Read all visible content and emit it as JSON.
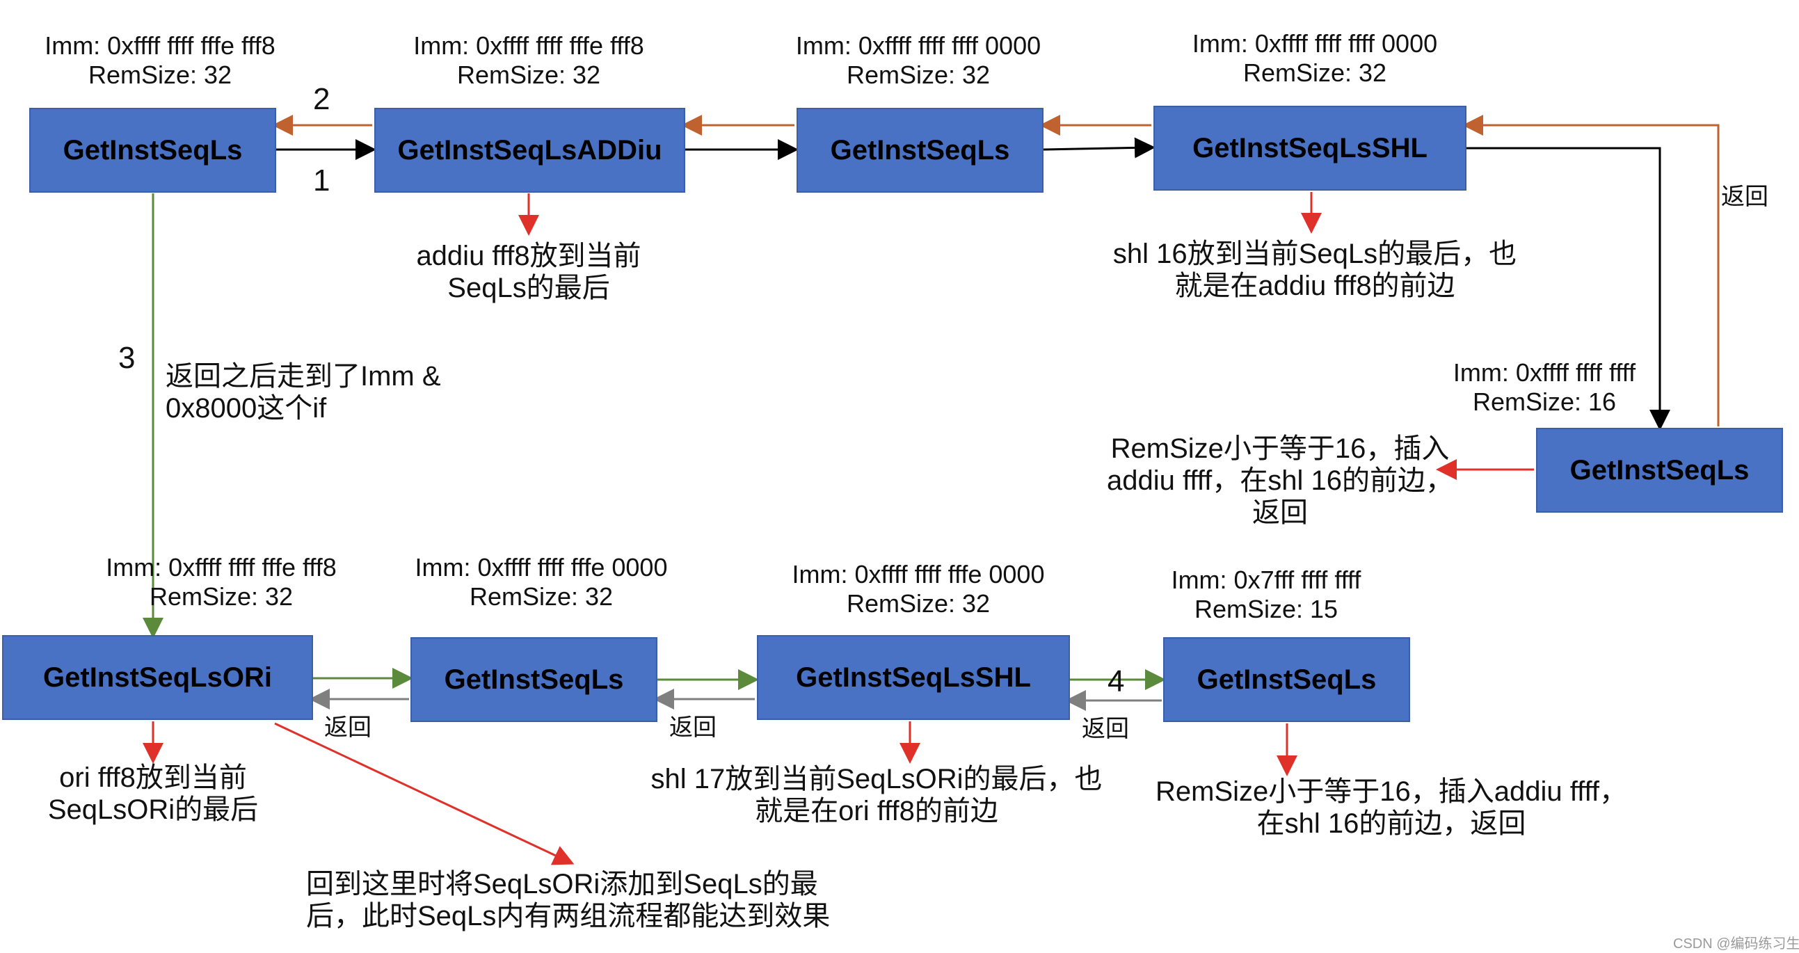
{
  "colors": {
    "box_fill": "#4a72c4",
    "box_text": "#000000",
    "arrow_black": "#000000",
    "arrow_orange": "#c0622f",
    "arrow_red": "#e0302a",
    "arrow_green": "#5a8a3a",
    "arrow_gray": "#7f7f7f"
  },
  "boxes": {
    "b1": "GetInstSeqLs",
    "b2": "GetInstSeqLsADDiu",
    "b3": "GetInstSeqLs",
    "b4": "GetInstSeqLsSHL",
    "b5": "GetInstSeqLs",
    "b6": "GetInstSeqLsORi",
    "b7": "GetInstSeqLs",
    "b8": "GetInstSeqLsSHL",
    "b9": "GetInstSeqLs"
  },
  "params": {
    "p1": {
      "imm": "Imm: 0xffff ffff fffe fff8",
      "rem": "RemSize: 32"
    },
    "p2": {
      "imm": "Imm: 0xffff ffff fffe fff8",
      "rem": "RemSize: 32"
    },
    "p3": {
      "imm": "Imm: 0xffff ffff ffff 0000",
      "rem": "RemSize: 32"
    },
    "p4": {
      "imm": "Imm: 0xffff ffff ffff 0000",
      "rem": "RemSize: 32"
    },
    "p5": {
      "imm": "Imm: 0xffff ffff ffff",
      "rem": "RemSize: 16"
    },
    "p6": {
      "imm": "Imm: 0xffff ffff fffe fff8",
      "rem": "RemSize: 32"
    },
    "p7": {
      "imm": "Imm: 0xffff ffff fffe 0000",
      "rem": "RemSize: 32"
    },
    "p8": {
      "imm": "Imm: 0xffff ffff fffe 0000",
      "rem": "RemSize: 32"
    },
    "p9": {
      "imm": "Imm: 0x7fff ffff ffff",
      "rem": "RemSize: 15"
    }
  },
  "notes": {
    "n_addiu": [
      "addiu fff8放到当前",
      "SeqLs的最后"
    ],
    "n_shl16": [
      "shl 16放到当前SeqLs的最后，也",
      "就是在addiu fff8的前边"
    ],
    "n_rem16_top": [
      "RemSize小于等于16，插入",
      "addiu ffff，在shl 16的前边，",
      "返回"
    ],
    "n_step3": [
      "返回之后走到了Imm &",
      "0x8000这个if"
    ],
    "n_ori": [
      "ori fff8放到当前",
      "SeqLsORi的最后"
    ],
    "n_shl17": [
      "shl 17放到当前SeqLsORi的最后，也",
      "就是在ori fff8的前边"
    ],
    "n_rem16_bottom": [
      "RemSize小于等于16，插入addiu ffff，",
      "在shl 16的前边，返回"
    ],
    "n_back": [
      "回到这里时将SeqLsORi添加到SeqLs的最",
      "后，此时SeqLs内有两组流程都能达到效果"
    ]
  },
  "step_numbers": {
    "s1": "1",
    "s2": "2",
    "s3": "3",
    "s4": "4"
  },
  "return_labels": {
    "r_right": "返回",
    "r_b7": "返回",
    "r_b8": "返回",
    "r_b9": "返回"
  },
  "watermark": "CSDN @编码练习生"
}
